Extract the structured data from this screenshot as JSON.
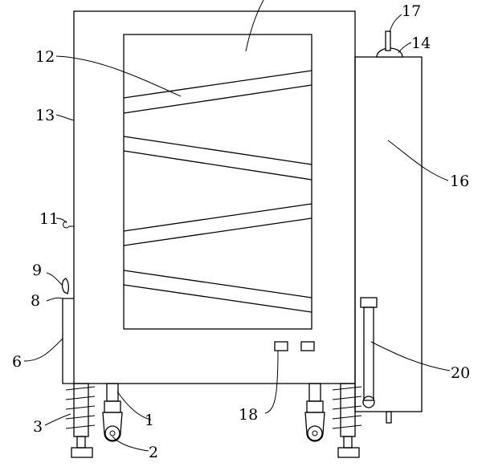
{
  "labels": {
    "l1": "1",
    "l2": "2",
    "l3": "3",
    "l6": "6",
    "l8": "8",
    "l9": "9",
    "l11": "11",
    "l12": "12",
    "l13": "13",
    "l14": "14",
    "l16": "16",
    "l17": "17",
    "l18": "18",
    "l20": "20"
  }
}
